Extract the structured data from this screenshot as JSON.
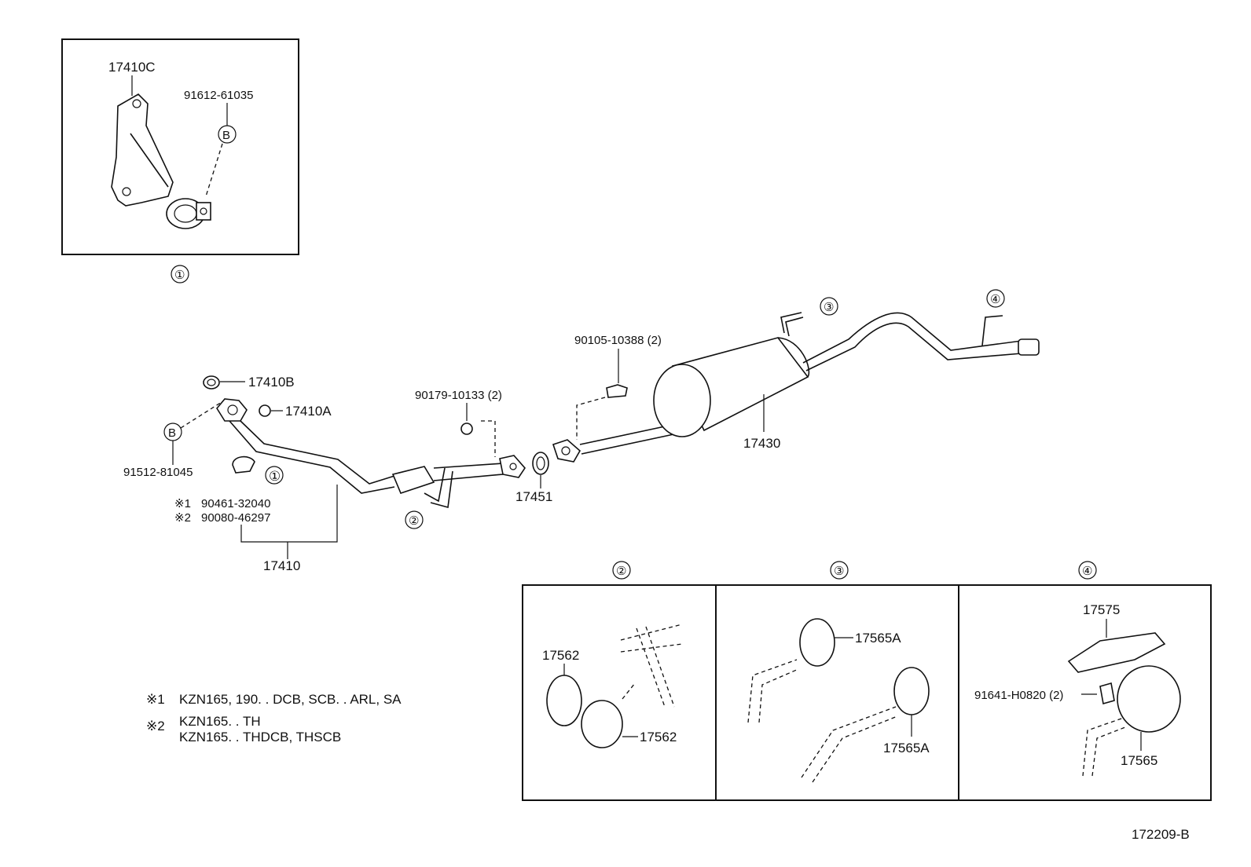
{
  "inset_1": {
    "label_bracket": "17410C",
    "label_bolt": "91612-61035",
    "label_b": "B",
    "caption": "①"
  },
  "main": {
    "gasket_top": "17410B",
    "nut_top": "17410A",
    "b_marker": "B",
    "bolt_left": "91512-81045",
    "ref_1": "①",
    "note1_mark": "※1",
    "note1_part": "90461-32040",
    "note2_mark": "※2",
    "note2_part": "90080-46297",
    "front_pipe": "17410",
    "ref_2": "②",
    "nut_mid": "90179-10133 (2)",
    "gasket_mid": "17451",
    "bolt_mid": "90105-10388 (2)",
    "muffler": "17430",
    "ref_3": "③",
    "ref_4": "④"
  },
  "panels": {
    "p2": {
      "title": "②",
      "cushion_a": "17562",
      "cushion_b": "17562"
    },
    "p3": {
      "title": "③",
      "cushion_a": "17565A",
      "cushion_b": "17565A"
    },
    "p4": {
      "title": "④",
      "bracket": "17575",
      "bolt": "91641-H0820 (2)",
      "cushion": "17565"
    }
  },
  "legend": {
    "n1_mark": "※1",
    "n1_text": "KZN165, 190. . DCB, SCB. . ARL, SA",
    "n2_mark": "※2",
    "n2_text_a": "KZN165. . TH",
    "n2_text_b": "KZN165. . THDCB, THSCB"
  },
  "figure_id": "172209-B"
}
